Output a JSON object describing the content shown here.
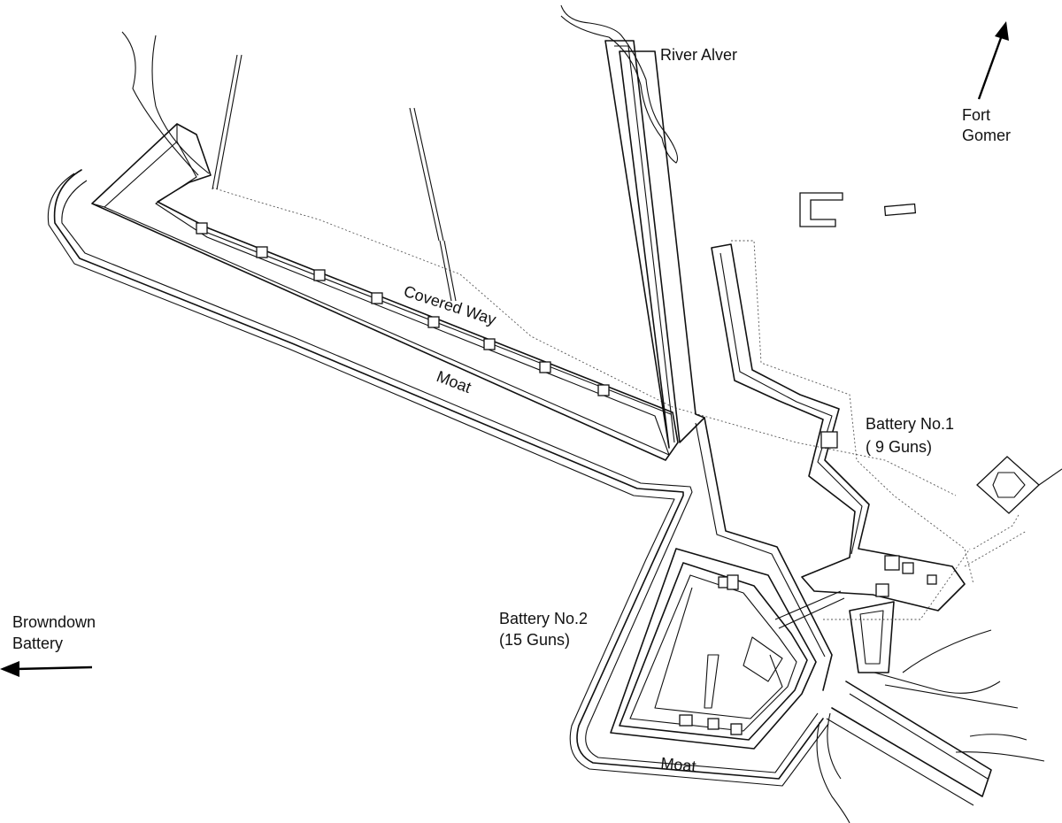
{
  "labels": {
    "river": "River Alver",
    "fort_gomer": [
      "Fort",
      "Gomer"
    ],
    "covered_way": "Covered Way",
    "moat_upper": "Moat",
    "moat_lower": "Moat",
    "battery_1": [
      "Battery No.1",
      "( 9 Guns)"
    ],
    "battery_2": [
      "Battery No.2",
      "(15 Guns)"
    ],
    "browndown": [
      "Browndown",
      "Battery"
    ]
  },
  "colors": {
    "ink": "#111111",
    "background": "#ffffff"
  },
  "icons": {
    "north_east_arrow": "arrow-up-right",
    "west_arrow": "arrow-left"
  }
}
